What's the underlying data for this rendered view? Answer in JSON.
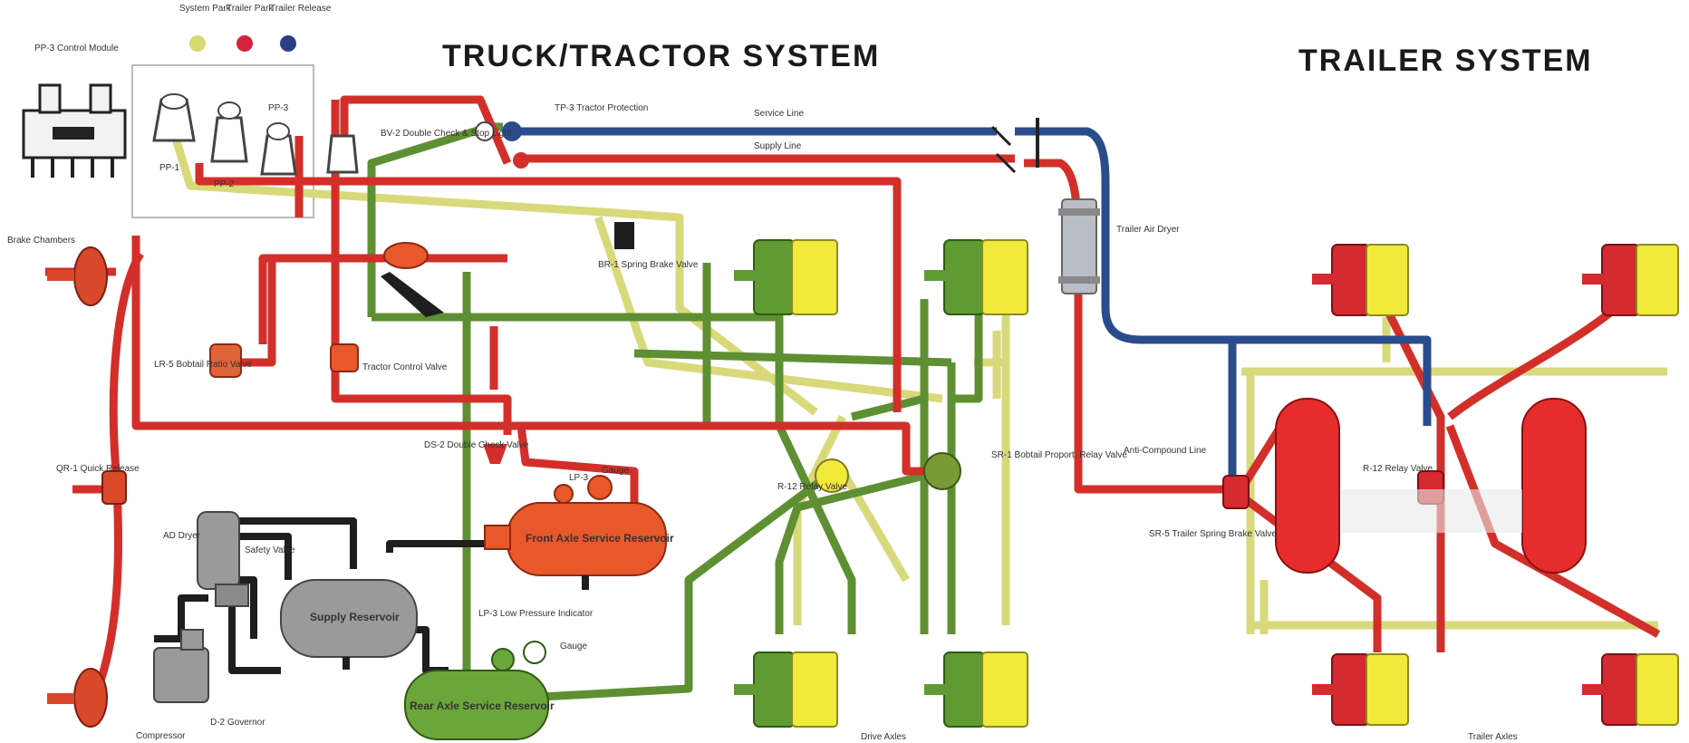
{
  "titles": {
    "truck": "TRUCK/TRACTOR SYSTEM",
    "trailer": "TRAILER SYSTEM"
  },
  "legend": {
    "items": [
      {
        "label": "System Park",
        "color": "#d8d870"
      },
      {
        "label": "Trailer Park",
        "color": "#d9203a"
      },
      {
        "label": "Trailer Release",
        "color": "#2c3f86"
      }
    ]
  },
  "colors": {
    "red": "#d32f2a",
    "green": "#5f8f33",
    "yellow": "#d8d97a",
    "blue": "#2a4c8c",
    "black": "#1e1e1e",
    "gray": "#8c8c8c",
    "orange": "#e8582a",
    "chamber_yellow": "#f2ea3a",
    "chamber_green": "#5f9a33",
    "chamber_red": "#d42a30",
    "tank_red": "#e62d2d"
  },
  "labels": {
    "control_module": "PP-3 Control Module",
    "pp1": "PP-1",
    "pp2": "PP-2",
    "pp3": "PP-3",
    "tractor_protection": "TP-3 Tractor Protection",
    "bv2_double_check": "BV-2 Double Check & Stop Light",
    "service_line": "Service Line",
    "supply_line": "Supply Line",
    "trailer_air_dryer": "Trailer Air Dryer",
    "brake_chambers": "Brake Chambers",
    "qr1_quick_release_top": "LR-5 Bobtail Ratio Valve",
    "qr1_quick_release": "QR-1 Quick Release",
    "tractor_control_valve": "Tractor Control Valve",
    "br1_spring_brake_valve": "BR-1 Spring Brake Valve",
    "ds2_double_check": "DS-2 Double Check Valve",
    "lp3": "LP-3",
    "gauge": "Gauge",
    "front_axle_reservoir": "Front Axle Service Reservoir",
    "rear_axle_reservoir": "Rear Axle Service Reservoir",
    "supply_reservoir": "Supply Reservoir",
    "ad_dryer": "AD Dryer",
    "safety_valve": "Safety Valve",
    "governor": "D-2 Governor",
    "compressor": "Compressor",
    "lp3_low_pressure": "LP-3 Low Pressure Indicator",
    "r12_relay": "R-12 Relay Valve",
    "sr1_bobtail": "SR-1 Bobtail Proport. Relay Valve",
    "anti_compound_line": "Anti-Compound Line",
    "sr5_trailer_spring": "SR-5 Trailer Spring Brake Valve",
    "r12_relay_trailer": "R-12 Relay Valve",
    "drive_axles": "Drive Axles",
    "trailer_axles": "Trailer Axles"
  }
}
